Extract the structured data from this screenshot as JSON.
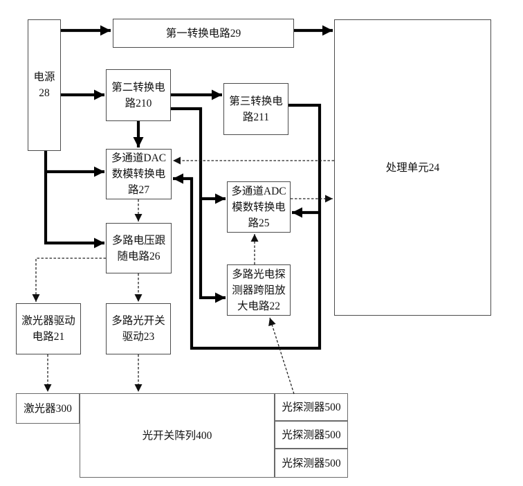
{
  "nodes": {
    "power": {
      "label": "电源\n28"
    },
    "conv1": {
      "label": "第一转换电路29"
    },
    "proc": {
      "label": "处理单元24"
    },
    "conv2": {
      "label": "第二转换电\n路210"
    },
    "conv3": {
      "label": "第三转换电\n路211"
    },
    "dac": {
      "label": "多通道DAC\n数模转换电\n路27"
    },
    "adc": {
      "label": "多通道ADC\n模数转换电\n路25"
    },
    "follower": {
      "label": "多路电压跟\n随电路26"
    },
    "tia": {
      "label": "多路光电探\n测器跨阻放\n大电路22"
    },
    "laser_driver": {
      "label": "激光器驱动\n电路21"
    },
    "switch_driver": {
      "label": "多路光开关\n驱动23"
    },
    "laser": {
      "label": "激光器300"
    },
    "switch_array": {
      "label": "光开关阵列400"
    },
    "detector_1": {
      "label": "光探测器500"
    },
    "detector_2": {
      "label": "光探测器500"
    },
    "detector_3": {
      "label": "光探测器500"
    }
  },
  "edges": [
    {
      "from": "电源28",
      "to": "第一转换电路29",
      "style": "solid-thick"
    },
    {
      "from": "第一转换电路29",
      "to": "处理单元24",
      "style": "solid-thick"
    },
    {
      "from": "电源28",
      "to": "第二转换电路210",
      "style": "solid-thick"
    },
    {
      "from": "第二转换电路210",
      "to": "第三转换电路211",
      "style": "solid-thick"
    },
    {
      "from": "第二转换电路210",
      "to": "多通道DAC数模转换电路27",
      "style": "solid-thick"
    },
    {
      "from": "第二转换电路210",
      "to": "多通道ADC模数转换电路25",
      "style": "solid-thick"
    },
    {
      "from": "第二转换电路210",
      "to": "多路光电探测器跨阻放大电路22",
      "style": "solid-thick"
    },
    {
      "from": "第三转换电路211",
      "to": "多通道ADC模数转换电路25",
      "style": "solid-thick"
    },
    {
      "from": "第三转换电路211",
      "to": "多通道DAC数模转换电路27",
      "style": "solid-thick"
    },
    {
      "from": "电源28",
      "to": "多通道DAC数模转换电路27",
      "style": "solid-thick"
    },
    {
      "from": "电源28",
      "to": "多路电压跟随电路26",
      "style": "solid-thick"
    },
    {
      "from": "处理单元24",
      "to": "多通道DAC数模转换电路27",
      "style": "dashed"
    },
    {
      "from": "多通道ADC模数转换电路25",
      "to": "处理单元24",
      "style": "dashed"
    },
    {
      "from": "多通道DAC数模转换电路27",
      "to": "多路电压跟随电路26",
      "style": "dashed"
    },
    {
      "from": "多路光电探测器跨阻放大电路22",
      "to": "多通道ADC模数转换电路25",
      "style": "dashed"
    },
    {
      "from": "多路电压跟随电路26",
      "to": "激光器驱动电路21",
      "style": "dashed"
    },
    {
      "from": "多路电压跟随电路26",
      "to": "多路光开关驱动23",
      "style": "dashed"
    },
    {
      "from": "激光器驱动电路21",
      "to": "激光器300",
      "style": "dashed"
    },
    {
      "from": "多路光开关驱动23",
      "to": "光开关阵列400",
      "style": "dashed"
    },
    {
      "from": "光探测器500",
      "to": "多路光电探测器跨阻放大电路22",
      "style": "dashed"
    }
  ],
  "colors": {
    "background": "#ffffff",
    "solid_line": "#000000",
    "dashed_line": "#222222",
    "box_border": "#4a4a4a",
    "text": "#111111"
  }
}
